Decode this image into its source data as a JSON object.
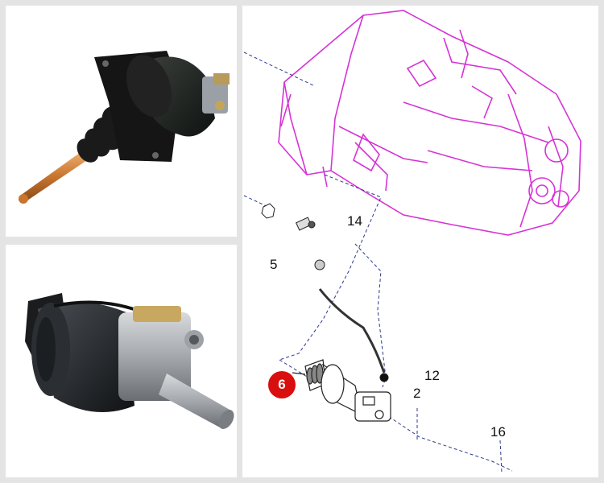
{
  "diagram": {
    "callouts": [
      {
        "id": "14",
        "label": "14"
      },
      {
        "id": "5",
        "label": "5"
      },
      {
        "id": "12",
        "label": "12"
      },
      {
        "id": "2",
        "label": "2"
      },
      {
        "id": "16",
        "label": "16"
      }
    ],
    "highlighted": {
      "label": "6",
      "color": "#d90e0e"
    }
  },
  "colors": {
    "gearbox_outline": "#d633d6",
    "leader_line": "#2c3a8a",
    "frame": "#e4e4e4"
  }
}
